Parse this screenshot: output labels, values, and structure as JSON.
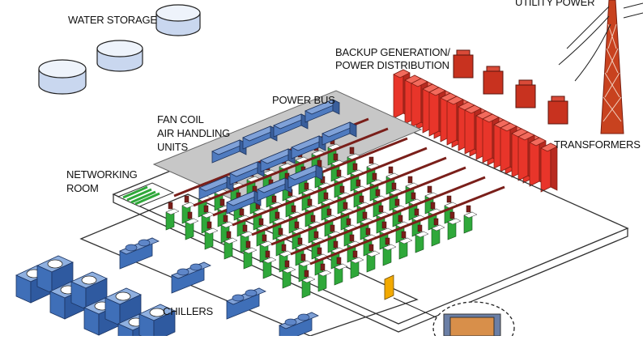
{
  "labels": {
    "water_storage": "WATER STORAGE",
    "utility_power": "UTILITY POWER",
    "backup_line1": "BACKUP GENERATION/",
    "backup_line2": "POWER DISTRIBUTION",
    "power_bus": "POWER BUS",
    "fan_coil_line1": "FAN COIL",
    "fan_coil_line2": "AIR HANDLING",
    "fan_coil_line3": "UNITS",
    "transformers": "TRANSFORMERS",
    "networking_line1": "NETWORKING",
    "networking_line2": "ROOM",
    "chillers": "CHILLERS"
  },
  "colors": {
    "generator_red": "#e8352a",
    "transformer_red": "#c8321f",
    "ahu_blue": "#4f7bc0",
    "chiller_blue": "#3f6fb8",
    "tank_blue": "#c9d7ef",
    "rack_green": "#2fa83a",
    "floor_gray": "#c7c7c7",
    "bus_maroon": "#7a1f1a",
    "highlight_orange": "#f2a900",
    "line_black": "#222222"
  },
  "icons": [
    "tower-icon",
    "tank-icon",
    "generator-icon",
    "transformer-icon",
    "ahu-icon",
    "chiller-icon",
    "rack-icon",
    "magnifier-icon"
  ]
}
